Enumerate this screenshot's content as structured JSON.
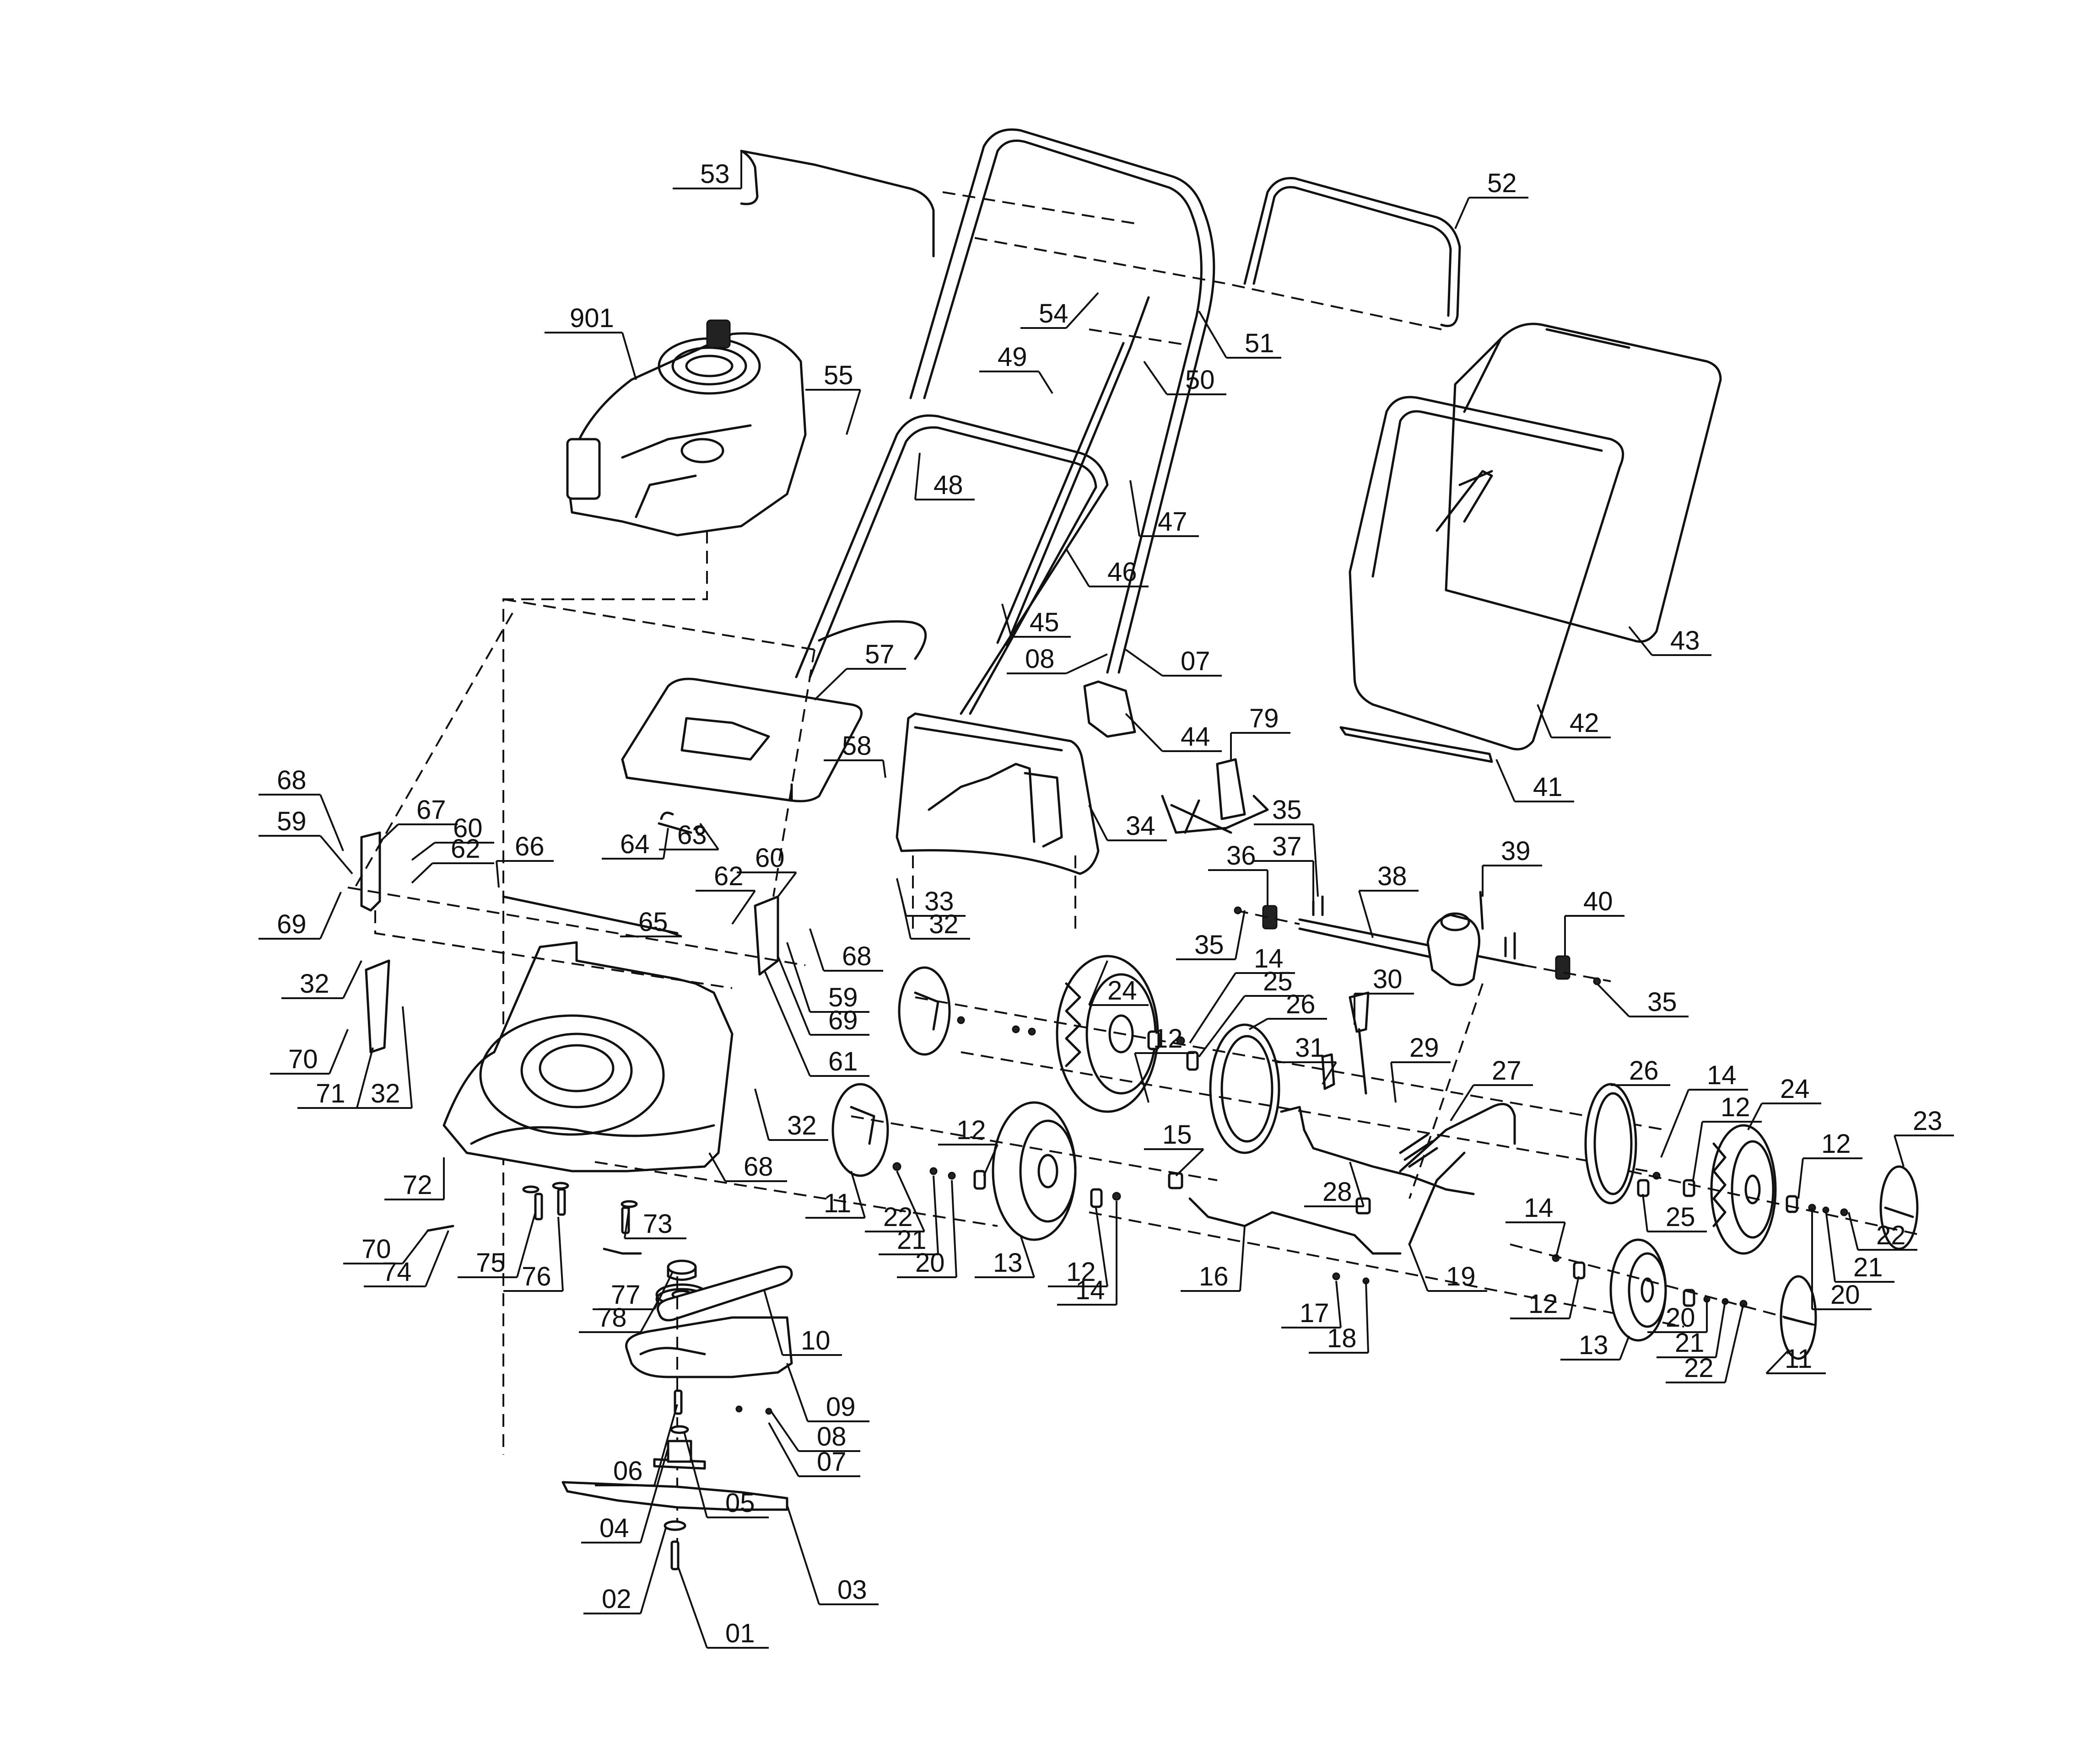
{
  "diagram": {
    "title": "",
    "type": "exploded-parts-diagram",
    "colors": {
      "ink": "#111111",
      "background": "#ffffff"
    },
    "labels": [
      {
        "id": "53",
        "text": "53"
      },
      {
        "id": "52",
        "text": "52"
      },
      {
        "id": "54",
        "text": "54"
      },
      {
        "id": "51",
        "text": "51"
      },
      {
        "id": "901",
        "text": "901"
      },
      {
        "id": "50",
        "text": "50"
      },
      {
        "id": "49",
        "text": "49"
      },
      {
        "id": "55",
        "text": "55"
      },
      {
        "id": "48",
        "text": "48"
      },
      {
        "id": "47",
        "text": "47"
      },
      {
        "id": "46",
        "text": "46"
      },
      {
        "id": "45",
        "text": "45"
      },
      {
        "id": "43",
        "text": "43"
      },
      {
        "id": "08a",
        "text": "08"
      },
      {
        "id": "07a",
        "text": "07"
      },
      {
        "id": "57",
        "text": "57"
      },
      {
        "id": "42",
        "text": "42"
      },
      {
        "id": "44",
        "text": "44"
      },
      {
        "id": "79",
        "text": "79"
      },
      {
        "id": "58",
        "text": "58"
      },
      {
        "id": "41",
        "text": "41"
      },
      {
        "id": "68a",
        "text": "68"
      },
      {
        "id": "67",
        "text": "67"
      },
      {
        "id": "60a",
        "text": "60"
      },
      {
        "id": "59a",
        "text": "59"
      },
      {
        "id": "62a",
        "text": "62"
      },
      {
        "id": "66",
        "text": "66"
      },
      {
        "id": "64",
        "text": "64"
      },
      {
        "id": "63",
        "text": "63"
      },
      {
        "id": "34",
        "text": "34"
      },
      {
        "id": "35a",
        "text": "35"
      },
      {
        "id": "37",
        "text": "37"
      },
      {
        "id": "60b",
        "text": "60"
      },
      {
        "id": "36",
        "text": "36"
      },
      {
        "id": "38",
        "text": "38"
      },
      {
        "id": "39",
        "text": "39"
      },
      {
        "id": "69a",
        "text": "69"
      },
      {
        "id": "65",
        "text": "65"
      },
      {
        "id": "62b",
        "text": "62"
      },
      {
        "id": "33",
        "text": "33"
      },
      {
        "id": "68b",
        "text": "68"
      },
      {
        "id": "40",
        "text": "40"
      },
      {
        "id": "32a",
        "text": "32"
      },
      {
        "id": "35b",
        "text": "35"
      },
      {
        "id": "59b",
        "text": "59"
      },
      {
        "id": "14a",
        "text": "14"
      },
      {
        "id": "25a",
        "text": "25"
      },
      {
        "id": "30",
        "text": "30"
      },
      {
        "id": "35c",
        "text": "35"
      },
      {
        "id": "32b",
        "text": "32"
      },
      {
        "id": "69b",
        "text": "69"
      },
      {
        "id": "24a",
        "text": "24"
      },
      {
        "id": "26a",
        "text": "26"
      },
      {
        "id": "70a",
        "text": "70"
      },
      {
        "id": "61",
        "text": "61"
      },
      {
        "id": "71",
        "text": "71"
      },
      {
        "id": "32c",
        "text": "32"
      },
      {
        "id": "31",
        "text": "31"
      },
      {
        "id": "29",
        "text": "29"
      },
      {
        "id": "12a",
        "text": "12"
      },
      {
        "id": "27",
        "text": "27"
      },
      {
        "id": "26b",
        "text": "26"
      },
      {
        "id": "14b",
        "text": "14"
      },
      {
        "id": "24b",
        "text": "24"
      },
      {
        "id": "32d",
        "text": "32"
      },
      {
        "id": "12b",
        "text": "12"
      },
      {
        "id": "12c",
        "text": "12"
      },
      {
        "id": "23",
        "text": "23"
      },
      {
        "id": "68c",
        "text": "68"
      },
      {
        "id": "15",
        "text": "15"
      },
      {
        "id": "12d",
        "text": "12"
      },
      {
        "id": "72",
        "text": "72"
      },
      {
        "id": "11a",
        "text": "11"
      },
      {
        "id": "28",
        "text": "28"
      },
      {
        "id": "25b",
        "text": "25"
      },
      {
        "id": "22a",
        "text": "22"
      },
      {
        "id": "21a",
        "text": "21"
      },
      {
        "id": "20a",
        "text": "20"
      },
      {
        "id": "13a",
        "text": "13"
      },
      {
        "id": "12e",
        "text": "12"
      },
      {
        "id": "14c",
        "text": "14"
      },
      {
        "id": "73",
        "text": "73"
      },
      {
        "id": "70b",
        "text": "70"
      },
      {
        "id": "74",
        "text": "74"
      },
      {
        "id": "75",
        "text": "75"
      },
      {
        "id": "76",
        "text": "76"
      },
      {
        "id": "16",
        "text": "16"
      },
      {
        "id": "19",
        "text": "19"
      },
      {
        "id": "14d",
        "text": "14"
      },
      {
        "id": "12f",
        "text": "12"
      },
      {
        "id": "22b",
        "text": "22"
      },
      {
        "id": "21b",
        "text": "21"
      },
      {
        "id": "20b",
        "text": "20"
      },
      {
        "id": "77",
        "text": "77"
      },
      {
        "id": "17",
        "text": "17"
      },
      {
        "id": "18",
        "text": "18"
      },
      {
        "id": "13b",
        "text": "13"
      },
      {
        "id": "20c",
        "text": "20"
      },
      {
        "id": "21c",
        "text": "21"
      },
      {
        "id": "22c",
        "text": "22"
      },
      {
        "id": "11b",
        "text": "11"
      },
      {
        "id": "78",
        "text": "78"
      },
      {
        "id": "10",
        "text": "10"
      },
      {
        "id": "09",
        "text": "09"
      },
      {
        "id": "08b",
        "text": "08"
      },
      {
        "id": "07b",
        "text": "07"
      },
      {
        "id": "06",
        "text": "06"
      },
      {
        "id": "05",
        "text": "05"
      },
      {
        "id": "04",
        "text": "04"
      },
      {
        "id": "03",
        "text": "03"
      },
      {
        "id": "02",
        "text": "02"
      },
      {
        "id": "01",
        "text": "01"
      }
    ]
  }
}
